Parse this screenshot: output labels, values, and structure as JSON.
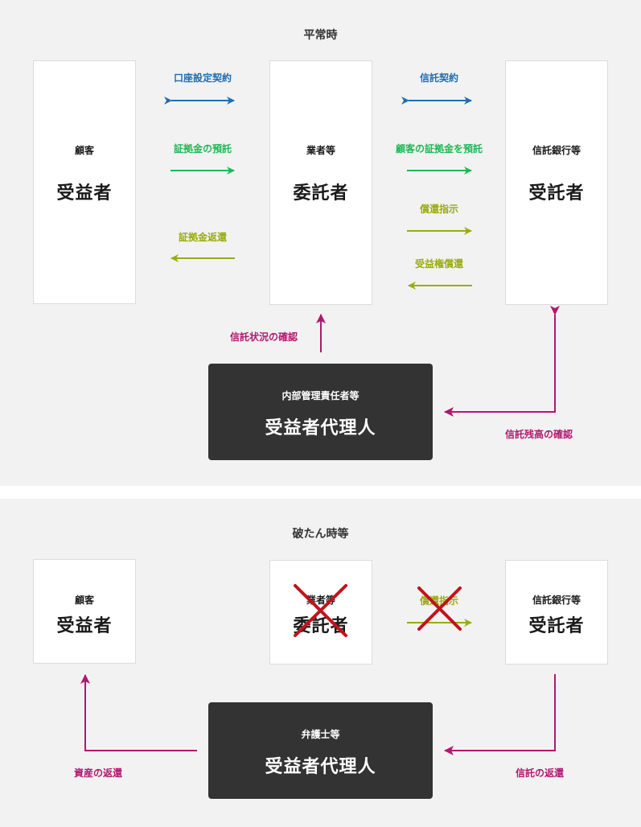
{
  "colors": {
    "blue": "#1e6db3",
    "green": "#1db954",
    "olive": "#9aab10",
    "magenta": "#b0186e",
    "cross": "#c0141b",
    "dark_box": "#333333"
  },
  "normal": {
    "title": "平常時",
    "customer": {
      "role": "顧客",
      "name": "受益者"
    },
    "dealer": {
      "role": "業者等",
      "name": "委託者"
    },
    "bank": {
      "role": "信託銀行等",
      "name": "受託者"
    },
    "agent": {
      "role": "内部管理責任者等",
      "name": "受益者代理人"
    },
    "labels": {
      "account_contract": "口座設定契約",
      "deposit_margin": "証拠金の預託",
      "return_margin": "証拠金返還",
      "trust_contract": "信託契約",
      "deposit_customer_margin": "顧客の証拠金を預託",
      "redemption_instruction": "償還指示",
      "beneficial_redemption": "受益権償還",
      "confirm_trust_status": "信託状況の確認",
      "confirm_trust_balance": "信託残高の確認"
    }
  },
  "bankrupt": {
    "title": "破たん時等",
    "customer": {
      "role": "顧客",
      "name": "受益者"
    },
    "dealer": {
      "role": "業者等",
      "name": "委託者"
    },
    "bank": {
      "role": "信託銀行等",
      "name": "受託者"
    },
    "agent": {
      "role": "弁護士等",
      "name": "受益者代理人"
    },
    "labels": {
      "redemption_instruction": "償還指示",
      "return_assets": "資産の返還",
      "return_trust": "信託の返還"
    }
  }
}
